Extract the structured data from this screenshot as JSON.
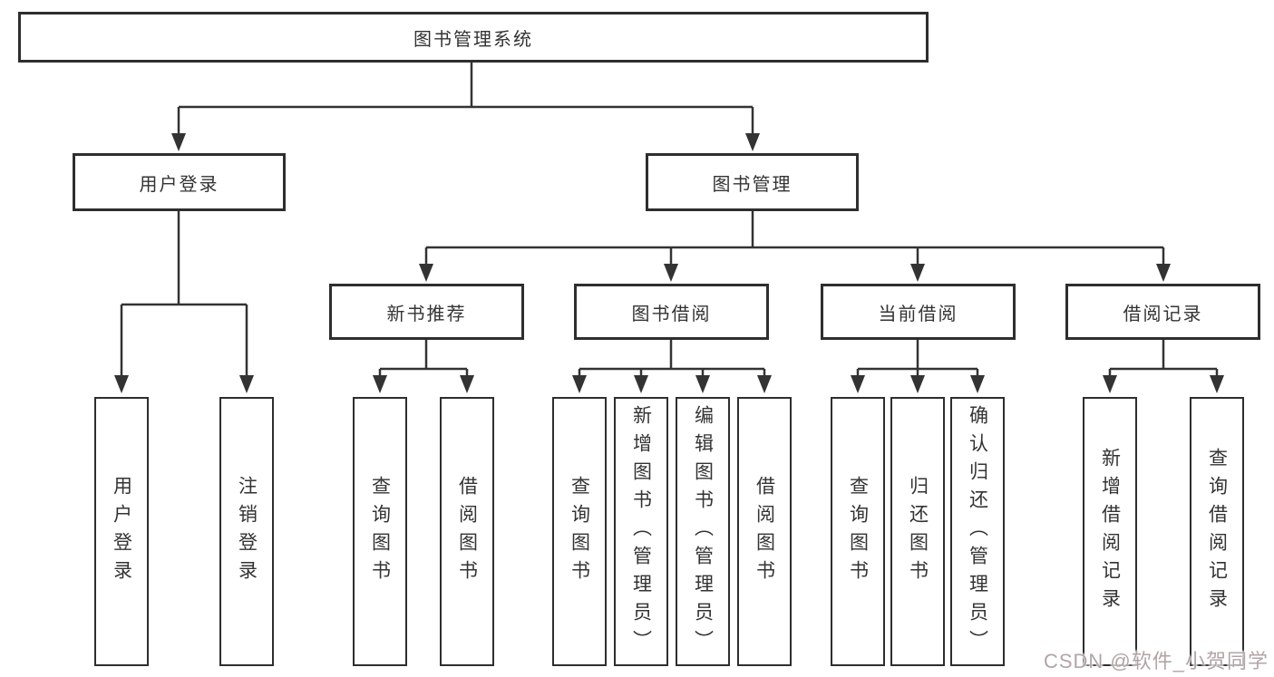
{
  "diagram_type": "hierarchy-tree",
  "colors": {
    "background": "#ffffff",
    "box_border": "#2e2e2e",
    "line": "#333333",
    "text": "#333333",
    "watermark": "#b3a4a4"
  },
  "tree": {
    "label": "图书管理系统",
    "children": [
      {
        "label": "用户登录",
        "children": [
          {
            "label": "用户登录"
          },
          {
            "label": "注销登录"
          }
        ]
      },
      {
        "label": "图书管理",
        "children": [
          {
            "label": "新书推荐",
            "children": [
              {
                "label": "查询图书"
              },
              {
                "label": "借阅图书"
              }
            ]
          },
          {
            "label": "图书借阅",
            "children": [
              {
                "label": "查询图书"
              },
              {
                "label": "新增图书（管理员）"
              },
              {
                "label": "编辑图书（管理员）"
              },
              {
                "label": "借阅图书"
              }
            ]
          },
          {
            "label": "当前借阅",
            "children": [
              {
                "label": "查询图书"
              },
              {
                "label": "归还图书"
              },
              {
                "label": "确认归还（管理员）"
              }
            ]
          },
          {
            "label": "借阅记录",
            "children": [
              {
                "label": "新增借阅记录"
              },
              {
                "label": "查询借阅记录"
              }
            ]
          }
        ]
      }
    ]
  },
  "watermark": {
    "text": "CSDN @软件_小贺同学"
  }
}
